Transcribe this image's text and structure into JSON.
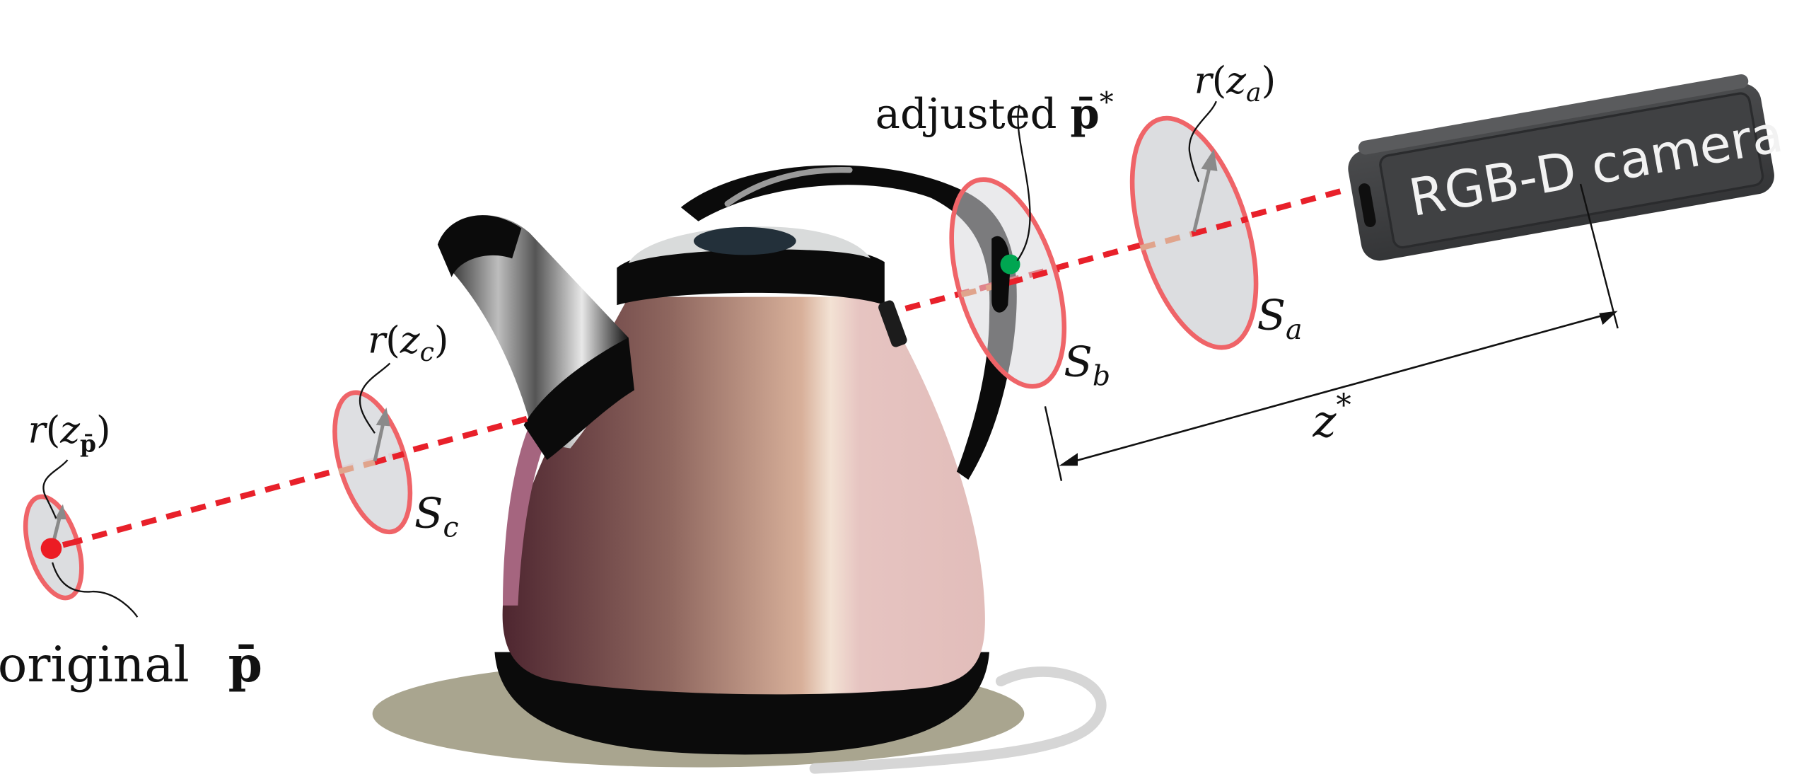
{
  "figure": {
    "description": "Depth adjustment of a keypoint along the camera ray using spheres at candidate depths",
    "colors": {
      "ray": "#e8202a",
      "ray_inside": "#e0a48c",
      "sphere_fill": "#dcdde0",
      "sphere_stroke": "#ef6468",
      "radius_arrow": "#8a8a8a",
      "original_point": "#ec1c24",
      "adjusted_point": "#00a651",
      "camera_body": "#3e3f41",
      "kettle_dark": "#5a2f35",
      "kettle_mid": "#b08476",
      "kettle_light": "#e5c3c0",
      "kettle_metal": "#0b0b0b"
    }
  },
  "labels": {
    "original_point": "original",
    "original_point_symbol": "p̄",
    "adjusted_point": "adjusted",
    "adjusted_point_symbol": "p̄",
    "adjusted_point_sup": "*",
    "radius_original": {
      "r": "r",
      "open": "(",
      "z": "z",
      "sub": "p̄",
      "close": ")"
    },
    "radius_c": {
      "r": "r",
      "open": "(",
      "z": "z",
      "sub": "c",
      "close": ")"
    },
    "radius_a": {
      "r": "r",
      "open": "(",
      "z": "z",
      "sub": "a",
      "close": ")"
    },
    "sphere_a": {
      "main": "S",
      "sub": "a"
    },
    "sphere_b": {
      "main": "S",
      "sub": "b"
    },
    "sphere_c": {
      "main": "S",
      "sub": "c"
    },
    "depth": {
      "main": "z",
      "sup": "*"
    },
    "camera": "RGB-D camera"
  },
  "objects": {
    "kettle": "kettle",
    "camera": "RGB-D camera"
  }
}
